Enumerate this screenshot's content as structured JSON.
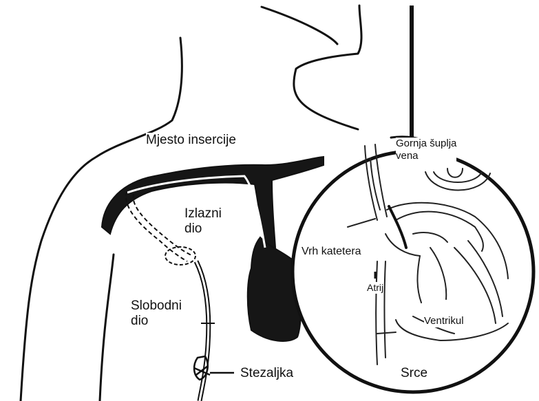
{
  "labels": {
    "insertion_site": "Mjesto insercije",
    "exit_part_line1": "Izlazni",
    "exit_part_line2": "dio",
    "free_part_line1": "Slobodni",
    "free_part_line2": "dio",
    "clamp": "Stezaljka",
    "svc_line1": "Gornja šuplja",
    "svc_line2": "vena",
    "catheter_tip": "Vrh katetera",
    "atrium": "Atrij",
    "ventricle": "Ventrikul",
    "heart": "Srce"
  },
  "colors": {
    "line": "#111111",
    "fill_dark": "#161616",
    "background": "#ffffff"
  }
}
